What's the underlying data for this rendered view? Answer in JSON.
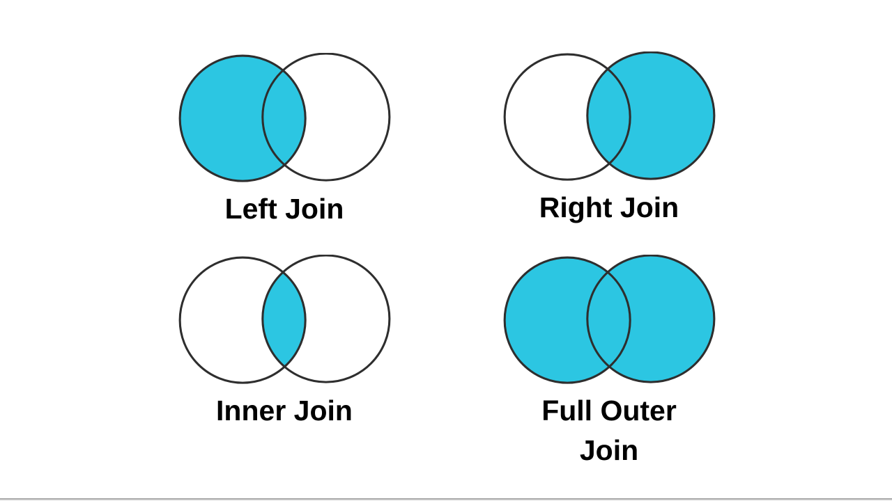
{
  "colors": {
    "fill_cyan": "#2CC6E2",
    "stroke": "#2e2e2e",
    "label_color": "#000000",
    "background": "#ffffff",
    "bottom_divider_dark": "#a8a8a8",
    "bottom_divider_light": "#ececec"
  },
  "diagrams": [
    {
      "id": "left-join",
      "label": "Left Join",
      "left_filled": true,
      "right_filled": false,
      "intersection_filled": true
    },
    {
      "id": "right-join",
      "label": "Right Join",
      "left_filled": false,
      "right_filled": true,
      "intersection_filled": true
    },
    {
      "id": "inner-join",
      "label": "Inner Join",
      "left_filled": false,
      "right_filled": false,
      "intersection_filled": true
    },
    {
      "id": "full-outer-join",
      "label": "Full Outer Join",
      "left_filled": true,
      "right_filled": true,
      "intersection_filled": true
    }
  ]
}
